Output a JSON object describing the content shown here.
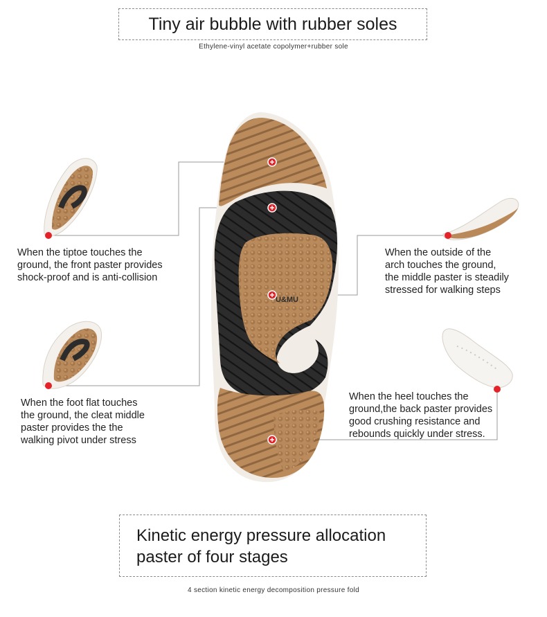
{
  "header": {
    "title": "Tiny air bubble with rubber soles",
    "subtitle": "Ethylene-vinyl acetate copolymer+rubber sole"
  },
  "footer": {
    "title_line1": "Kinetic energy pressure allocation",
    "title_line2": "paster of four stages",
    "subtitle": "4 section kinetic energy decomposition pressure fold"
  },
  "sole": {
    "brand": "U&MU",
    "colors": {
      "rubber_tan": "#b9895a",
      "rubber_dark": "#2b2b2b",
      "marker": "#e3232a"
    }
  },
  "captions": {
    "tiptoe": [
      "When the tiptoe touches the",
      "ground,  the front paster provides",
      "shock-proof and is anti-collision"
    ],
    "flat": [
      "When the foot flat touches",
      "the ground, the cleat middle",
      "paster provides the the",
      "walking pivot under stress"
    ],
    "arch": [
      "When the outside of the",
      "arch touches the ground,",
      "the middle paster is steadily",
      "stressed for walking steps"
    ],
    "heel": [
      "When the heel touches the",
      "ground,the back paster provides",
      "good crushing resistance and",
      "rebounds quickly under stress."
    ]
  }
}
